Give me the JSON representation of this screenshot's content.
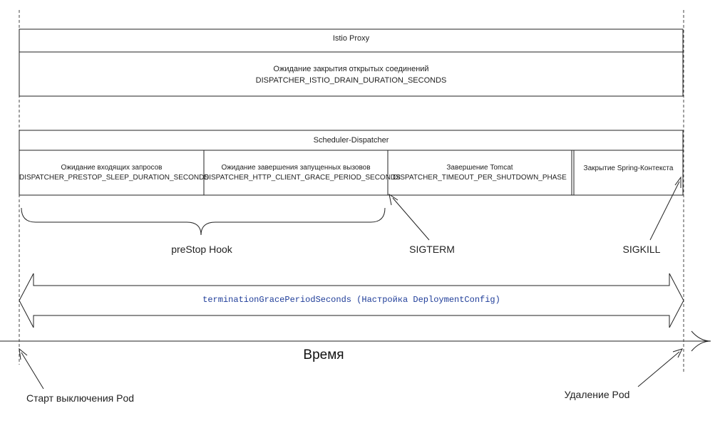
{
  "istio": {
    "title": "Istio Proxy",
    "line1": "Ожидание закрытия открытых соединений",
    "line2": "DISPATCHER_ISTIO_DRAIN_DURATION_SECONDS"
  },
  "dispatcher": {
    "title": "Scheduler-Dispatcher",
    "phases": [
      {
        "line1": "Ожидание входящих запросов",
        "line2": "DISPATCHER_PRESTOP_SLEEP_DURATION_SECONDS"
      },
      {
        "line1": "Ожидание завершения запущенных вызовов",
        "line2": "DISPATCHER_HTTP_CLIENT_GRACE_PERIOD_SECONDS"
      },
      {
        "line1": "Завершение Tomcat",
        "line2": "DISPATCHER_TIMEOUT_PER_SHUTDOWN_PHASE"
      },
      {
        "line1": "Закрытие Spring-Контекста",
        "line2": ""
      }
    ]
  },
  "labels": {
    "prestop": "preStop Hook",
    "sigterm": "SIGTERM",
    "sigkill": "SIGKILL",
    "grace": "terminationGracePeriodSeconds (Настройка DeploymentConfig)",
    "time": "Время",
    "start": "Старт выключения Pod",
    "delete": "Удаление Pod"
  }
}
